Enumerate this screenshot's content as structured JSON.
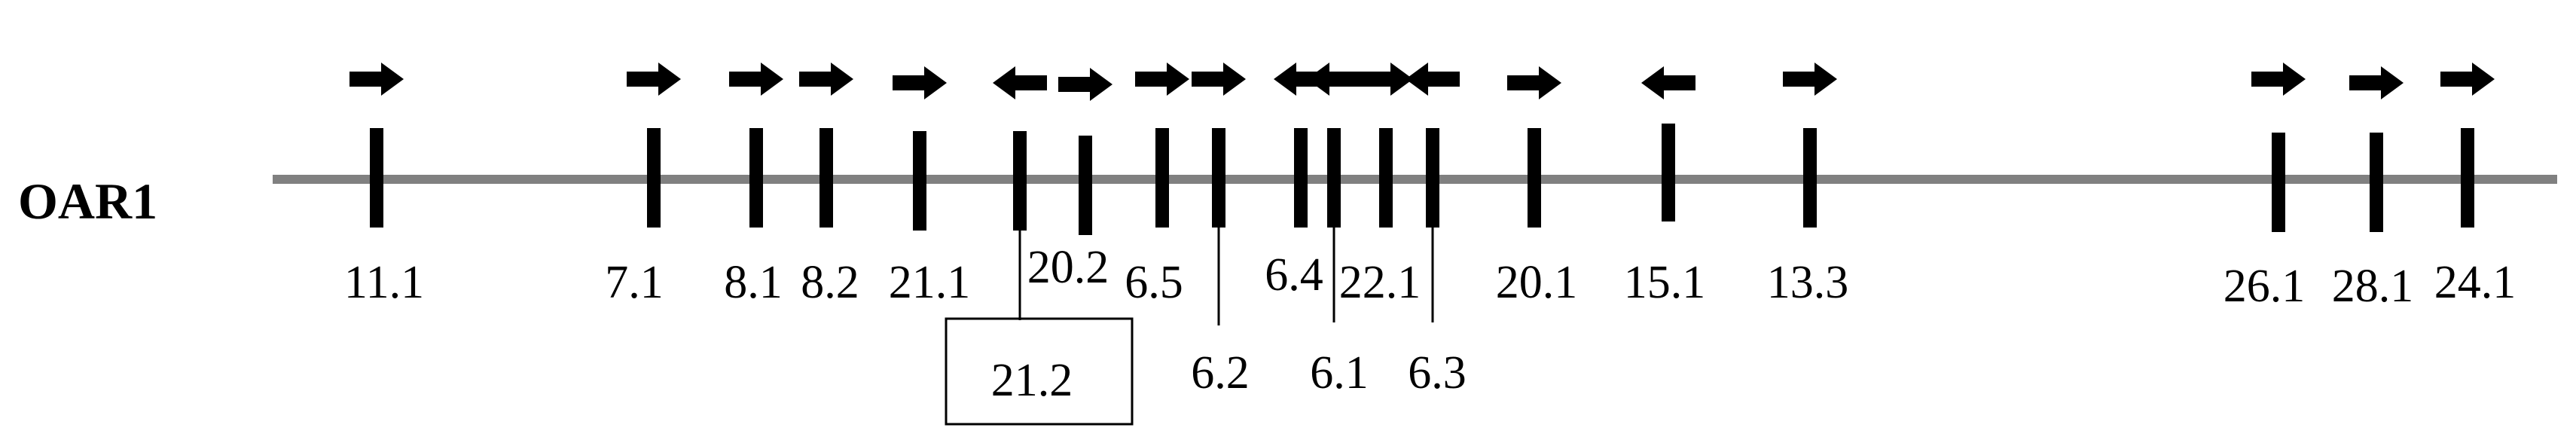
{
  "diagram": {
    "chromosome": {
      "label": "OAR1",
      "line_color": "#808080"
    },
    "colors": {
      "marker": "#000000",
      "connector": "#000000",
      "box": "#000000"
    },
    "markers": [
      {
        "label": "11.1",
        "orientation": "right"
      },
      {
        "label": "7.1",
        "orientation": "right"
      },
      {
        "label": "8.1",
        "orientation": "right"
      },
      {
        "label": "8.2",
        "orientation": "right"
      },
      {
        "label": "21.1",
        "orientation": "right"
      },
      {
        "label": "21.2",
        "orientation": "left",
        "boxed": true
      },
      {
        "label": "20.2",
        "orientation": "right"
      },
      {
        "label": "6.5",
        "orientation": "right"
      },
      {
        "label": "6.2",
        "orientation": "right"
      },
      {
        "label": "6.4",
        "orientation": "left"
      },
      {
        "label": "6.1",
        "orientation": "left"
      },
      {
        "label": "22.1",
        "orientation": "right"
      },
      {
        "label": "6.3",
        "orientation": "left"
      },
      {
        "label": "20.1",
        "orientation": "right"
      },
      {
        "label": "15.1",
        "orientation": "left"
      },
      {
        "label": "13.3",
        "orientation": "right"
      },
      {
        "label": "26.1",
        "orientation": "right"
      },
      {
        "label": "28.1",
        "orientation": "right"
      },
      {
        "label": "24.1",
        "orientation": "right"
      }
    ]
  }
}
